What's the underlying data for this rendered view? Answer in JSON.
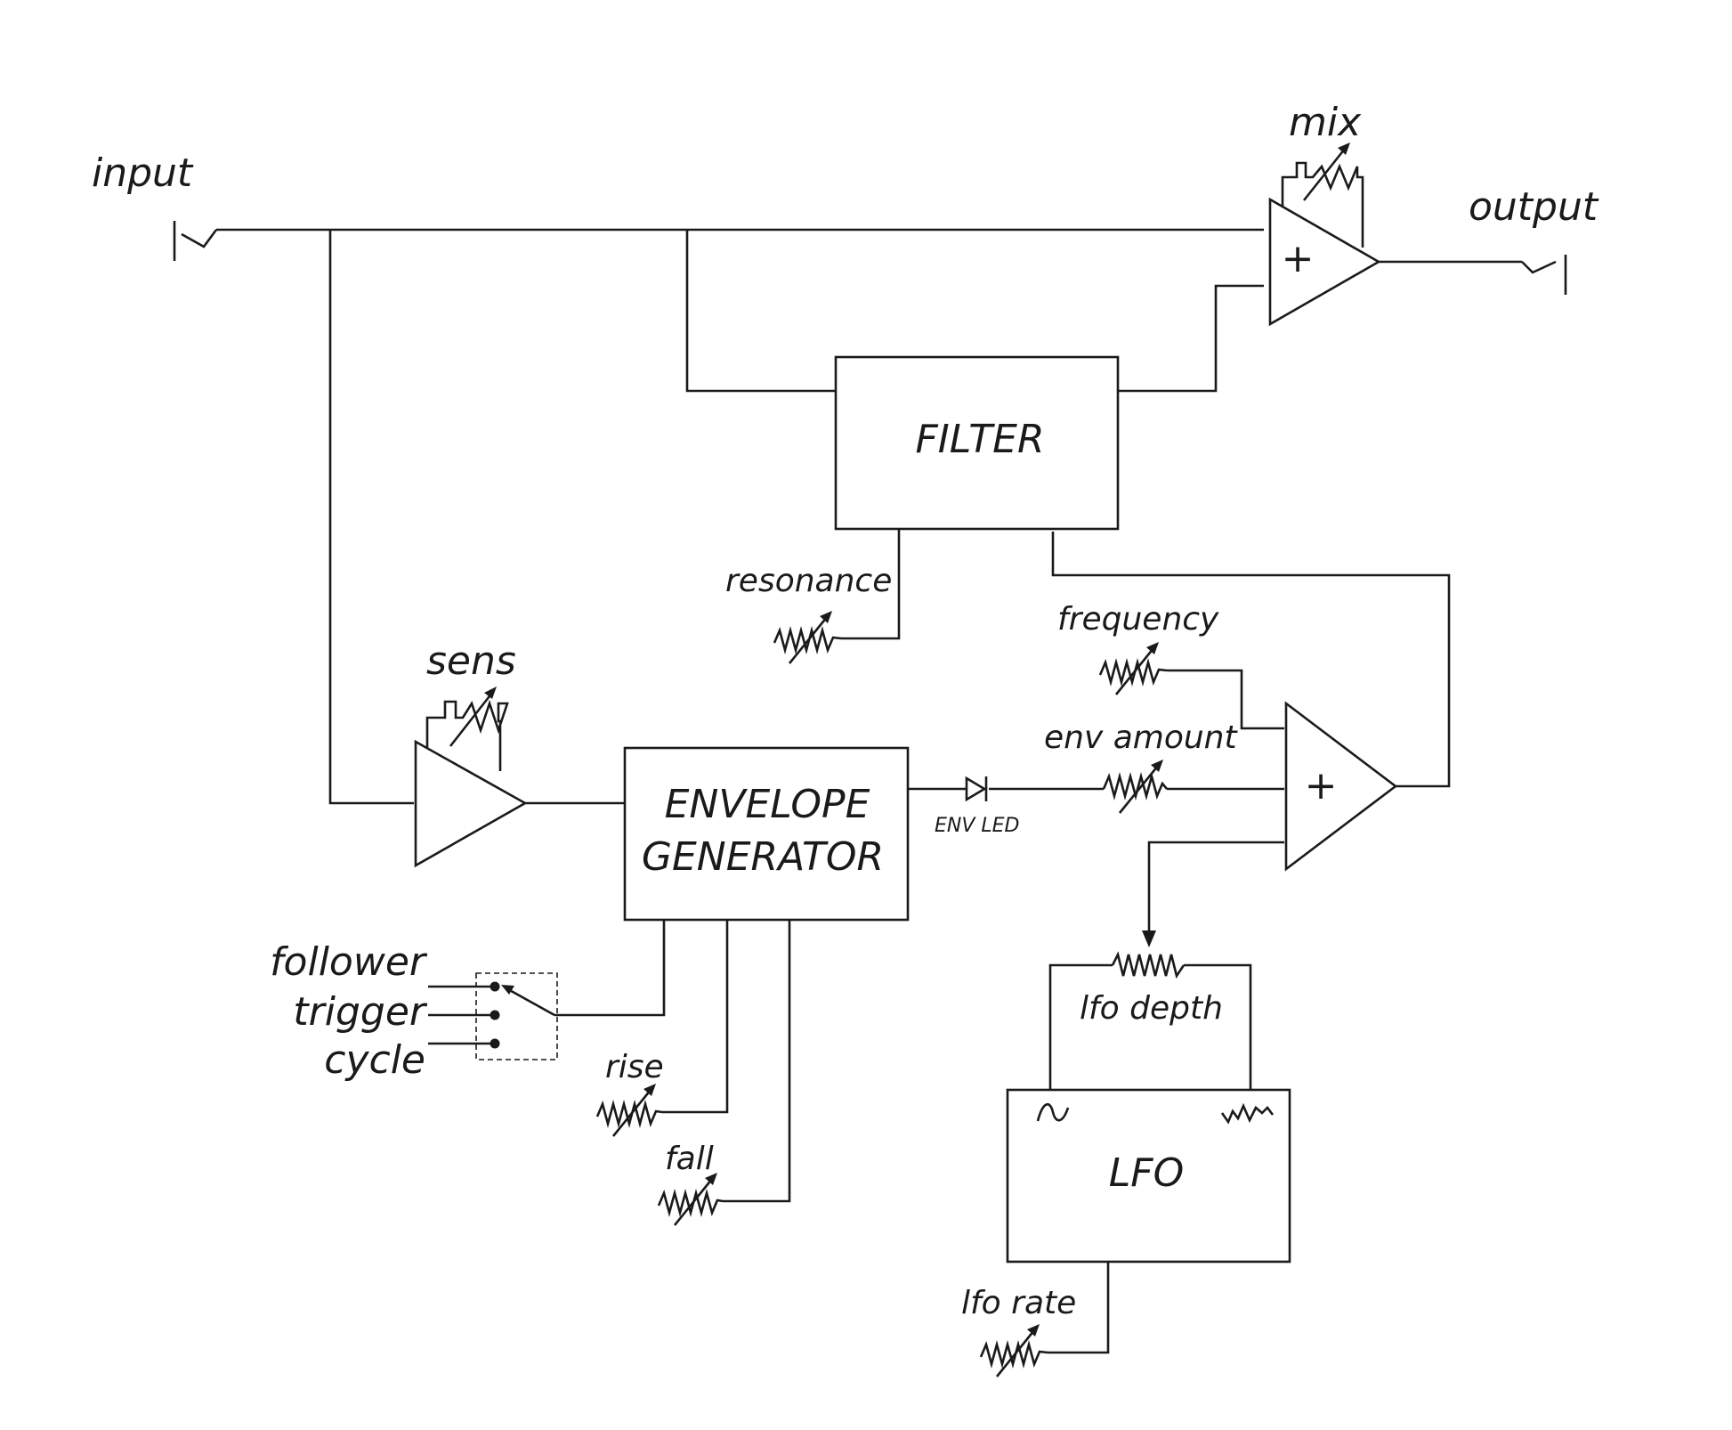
{
  "labels": {
    "input": "input",
    "output": "output",
    "mix": "mix",
    "sens": "sens",
    "resonance": "resonance",
    "frequency": "frequency",
    "env_amount": "env amount",
    "env_led": "ENV LED",
    "lfo_depth": "lfo depth",
    "lfo_rate": "lfo rate",
    "rise": "rise",
    "fall": "fall",
    "follower": "follower",
    "trigger": "trigger",
    "cycle": "cycle"
  },
  "blocks": {
    "filter": "FILTER",
    "envelope_line1": "ENVELOPE",
    "envelope_line2": "GENERATOR",
    "lfo": "LFO"
  },
  "symbols": {
    "mixer_sign": "+",
    "summer_sign": "+"
  },
  "icons": {
    "sine_wave": "sine-wave-icon",
    "random_wave": "random-wave-icon",
    "potentiometer": "variable-resistor-icon",
    "led": "diode-icon",
    "jack": "jack-icon",
    "switch": "three-position-switch-icon"
  }
}
